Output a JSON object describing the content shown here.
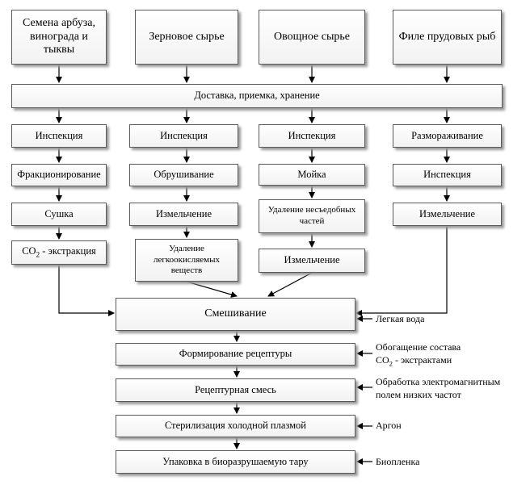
{
  "sources": {
    "seeds": "Семена арбуза, винограда и тыквы",
    "grain": "Зерновое сырье",
    "vegetable": "Овощное сырье",
    "fish": "Филе прудовых рыб"
  },
  "delivery": "Доставка, приемка, хранение",
  "col1": {
    "s1": "Инспекция",
    "s2": "Фракционирование",
    "s3": "Сушка",
    "s4_main": "CO",
    "s4_sub": "2",
    "s4_rest": " - экстракция"
  },
  "col2": {
    "s1": "Инспекция",
    "s2": "Обрушивание",
    "s3": "Измельчение",
    "s4": "Удаление легкоокисляемых веществ"
  },
  "col3": {
    "s1": "Инспекция",
    "s2": "Мойка",
    "s3": "Удаление несъедобных частей",
    "s4": "Измельчение"
  },
  "col4": {
    "s1": "Размораживание",
    "s2": "Инспекция",
    "s3": "Измельчение"
  },
  "main": {
    "mixing": "Смешивание",
    "formulation": "Формирование рецептуры",
    "mix": "Рецептурная смесь",
    "sterilization": "Стерилизация холодной плазмой",
    "packaging": "Упаковка в биоразрушаемую тару"
  },
  "notes": {
    "water": "Легкая вода",
    "enrich_line1": "Обогащение состава",
    "enrich_co": "CO",
    "enrich_sub": "2",
    "enrich_rest": " - экстрактами",
    "emf_line1": "Обработка электромагнитным",
    "emf_line2": "полем низких частот",
    "argon": "Аргон",
    "film": "Биопленка"
  }
}
